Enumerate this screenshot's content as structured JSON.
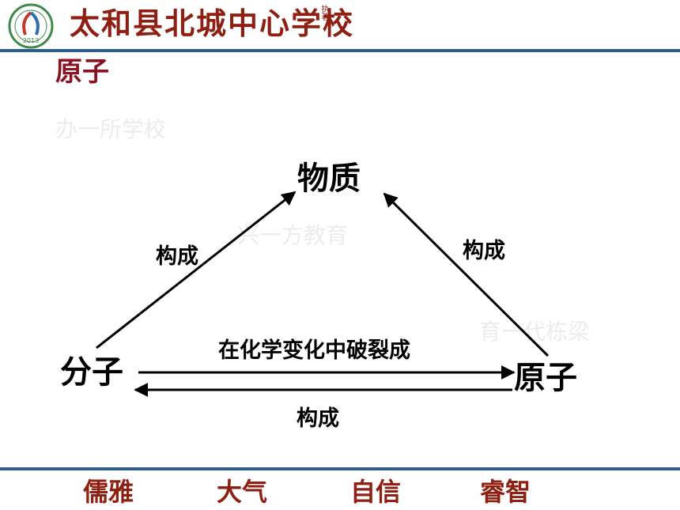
{
  "header": {
    "school_name": "太和县北城中心学校",
    "side_text_a": "执着",
    "side_text_b": "",
    "logo_year": "2013"
  },
  "slide_title": "原子",
  "watermarks": [
    "办一所学校",
    "兴一方教育",
    "育一代栋梁"
  ],
  "diagram": {
    "nodes": {
      "matter": "物质",
      "molecule": "分子",
      "atom": "原子"
    },
    "edges": {
      "molecule_to_matter": "构成",
      "atom_to_matter": "构成",
      "molecule_to_atom": "在化学变化中破裂成",
      "atom_to_molecule": "构成"
    }
  },
  "footer": {
    "mottos": [
      "儒雅",
      "大气",
      "自信",
      "睿智"
    ]
  },
  "colors": {
    "brand_red": "#8e1f12",
    "title_red": "#8b1020",
    "rule_blue": "#2b5f93"
  }
}
